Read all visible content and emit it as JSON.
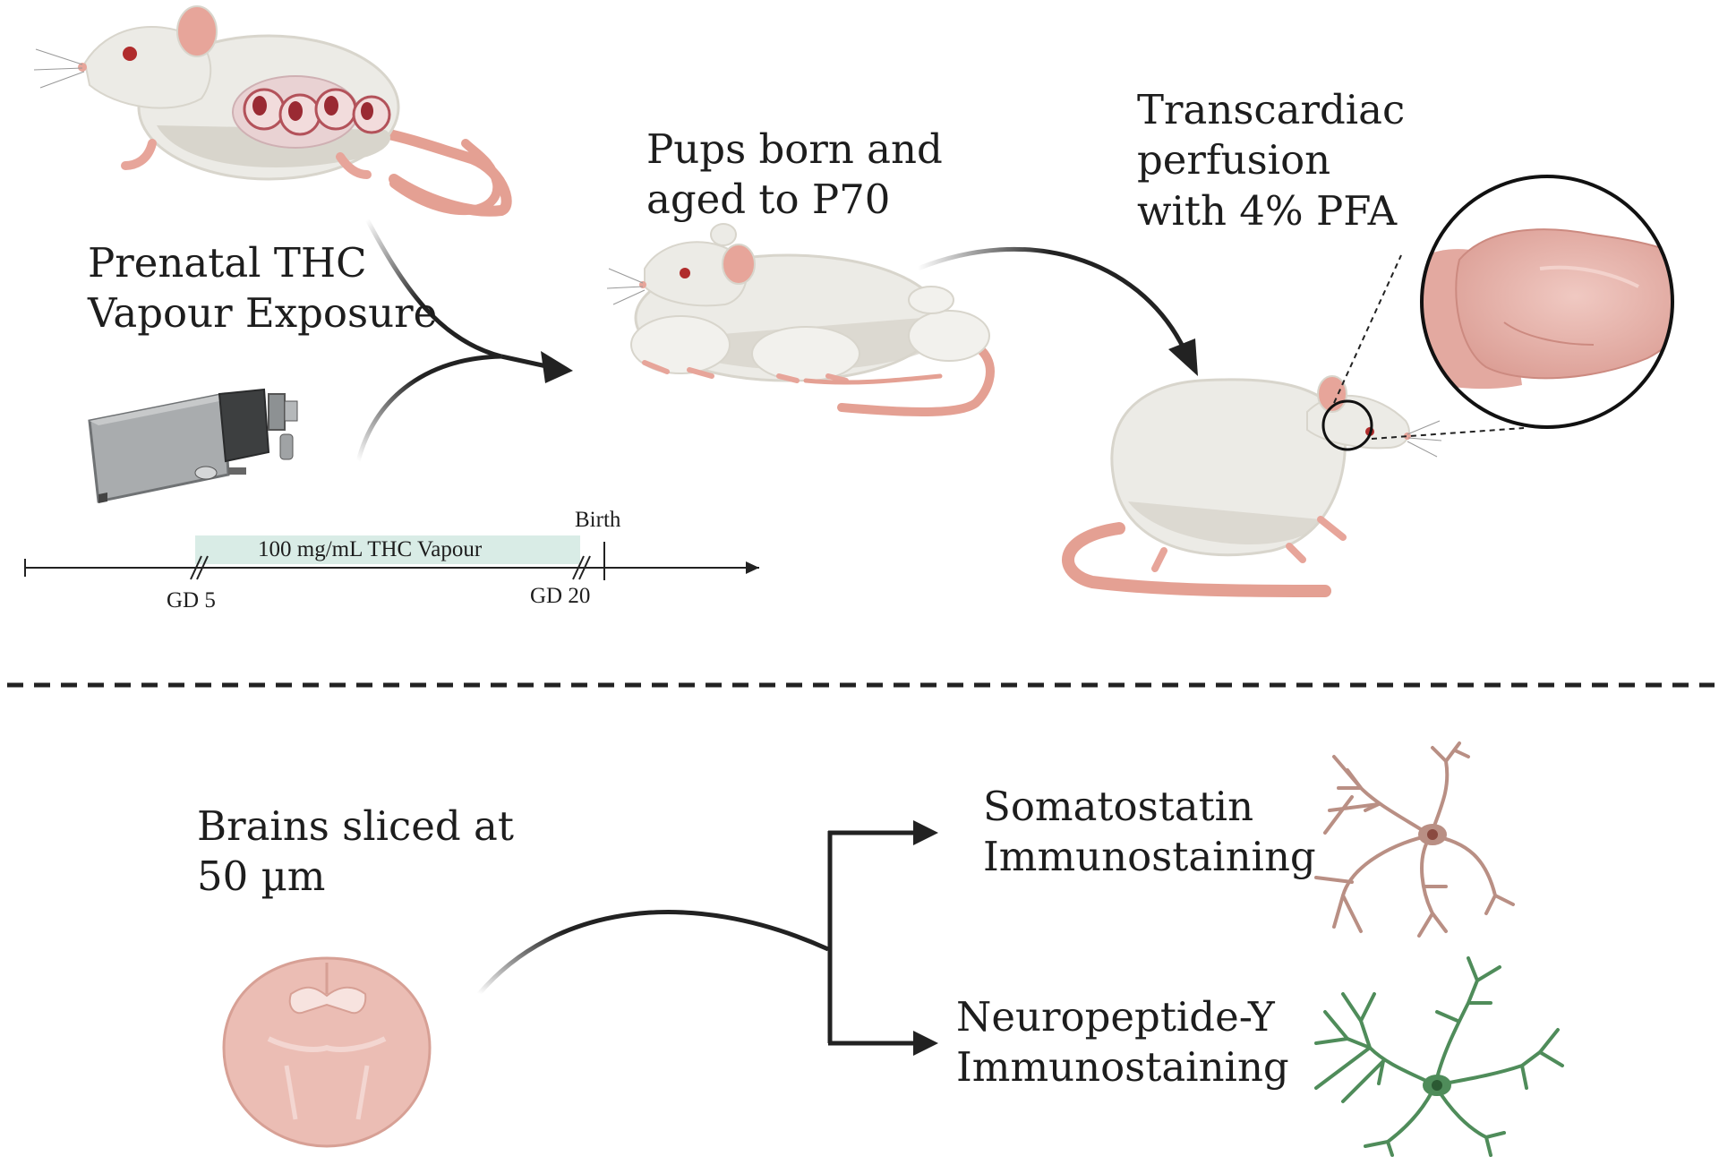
{
  "steps": {
    "exposure": {
      "line1": "Prenatal THC",
      "line2": "Vapour Exposure"
    },
    "pups": {
      "line1": "Pups born and",
      "line2": "aged to P70"
    },
    "perfusion": {
      "line1": "Transcardiac",
      "line2": "perfusion",
      "line3": "with 4% PFA"
    },
    "slicing": {
      "line1": "Brains sliced at",
      "line2": "50 µm"
    }
  },
  "timeline": {
    "bar_label": "100 mg/mL THC Vapour",
    "start_label": "GD 5",
    "end_label": "GD 20",
    "event_label": "Birth"
  },
  "stains": {
    "somatostatin": {
      "line1": "Somatostatin",
      "line2": "Immunostaining"
    },
    "npy": {
      "line1": "Neuropeptide-Y",
      "line2": "Immunostaining"
    }
  },
  "colors": {
    "rat_body": "#ecebe6",
    "rat_shadow": "#d8d5cc",
    "rat_pink": "#e7a59a",
    "vapour_bar": "#d9ece6",
    "sst_neuron": "#b98f84",
    "npy_neuron": "#4f8c5a",
    "tissue": "#e8b6ae"
  }
}
